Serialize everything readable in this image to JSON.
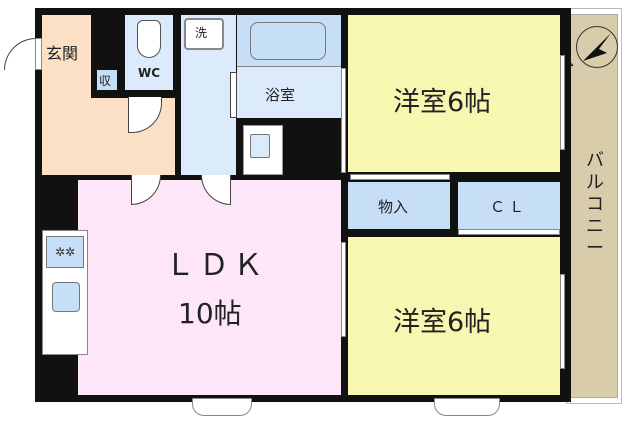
{
  "rooms": {
    "entrance": "玄関",
    "storage_small": "収",
    "toilet": "WC",
    "washer": "洗",
    "bathroom": "浴室",
    "ldk": "ＬＤＫ",
    "ldk_size": "10帖",
    "western_room_1": "洋室6帖",
    "western_room_2": "洋室6帖",
    "closet_storage": "物入",
    "closet": "ＣＬ",
    "balcony": "バルコニー"
  },
  "compass": {
    "north_label": "N"
  },
  "colors": {
    "entrance": "#fbe0c6",
    "wet_area": "#dcebfb",
    "ldk": "#fde6f8",
    "western": "#f8f7b2",
    "closet": "#c6def6",
    "balcony": "#d8ccaa"
  }
}
